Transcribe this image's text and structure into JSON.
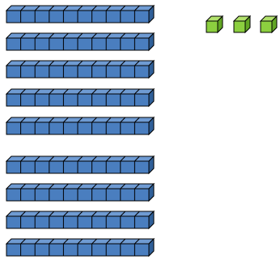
{
  "blocks": {
    "tens_rods": 9,
    "cubes_per_rod": 10,
    "ones_cubes": 3
  },
  "colors": {
    "rod_front": "#4a7ebf",
    "rod_top": "#6f9bd3",
    "rod_side": "#2f5f98",
    "rod_stroke": "#000000",
    "cube_front": "#8ccf3f",
    "cube_top": "#b2e26d",
    "cube_side": "#62a624",
    "cube_stroke": "#000000"
  }
}
